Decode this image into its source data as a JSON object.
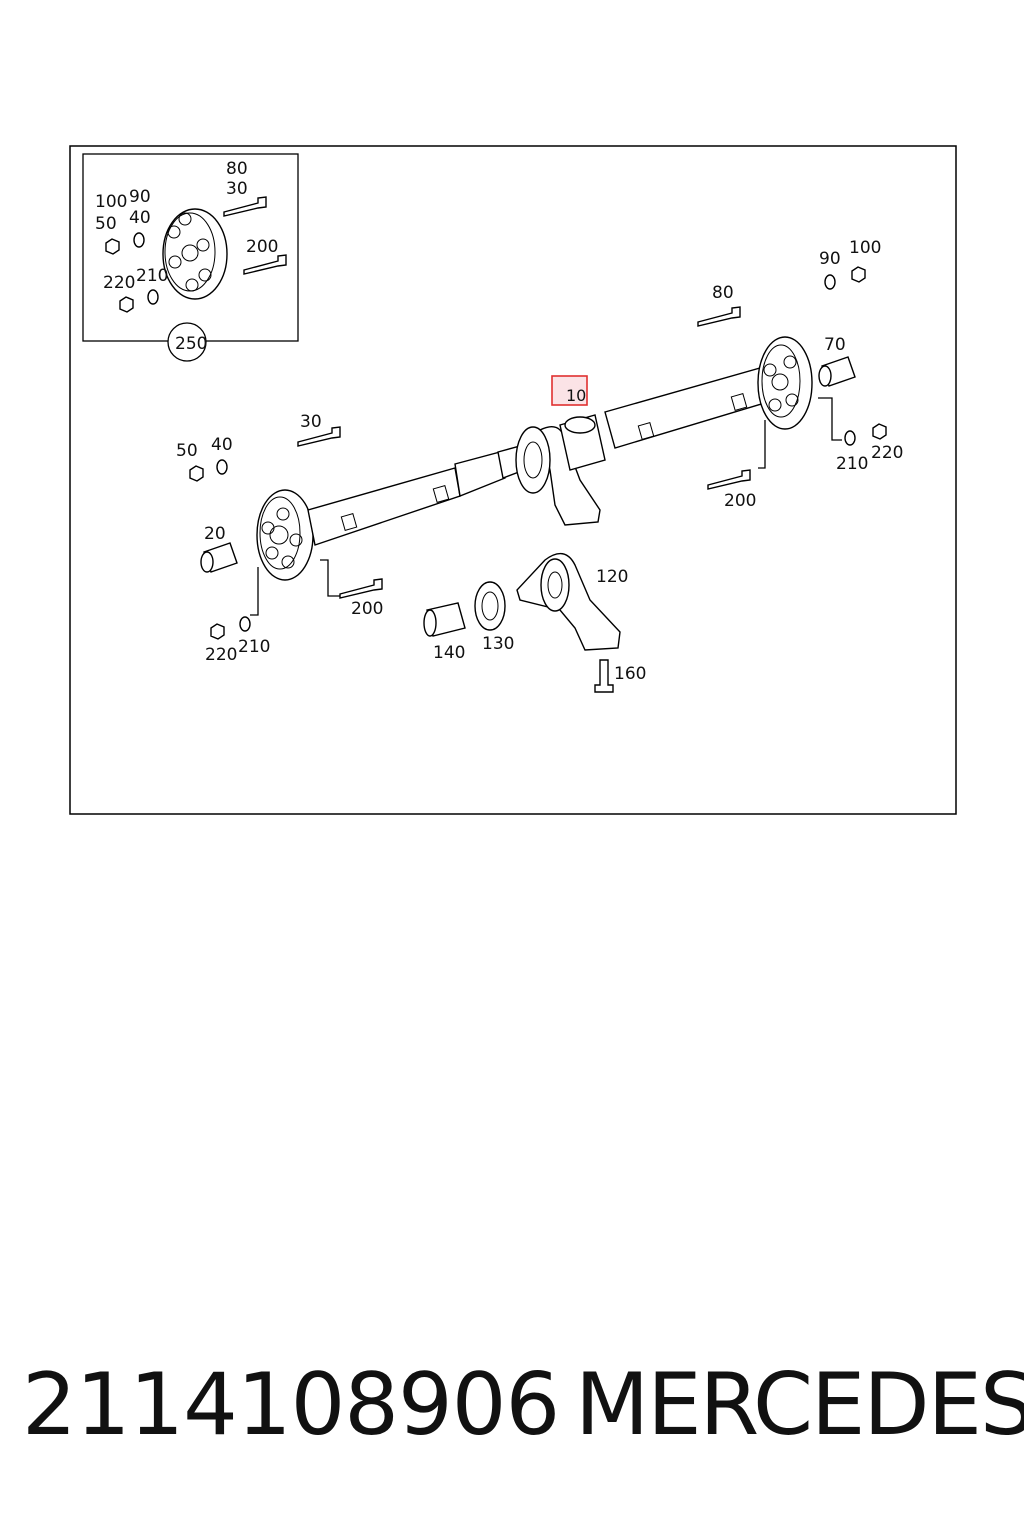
{
  "callouts": {
    "c250": "250",
    "inset_80": "80",
    "inset_30": "30",
    "inset_100": "100",
    "inset_90": "90",
    "inset_50": "50",
    "inset_40": "40",
    "inset_200": "200",
    "inset_220": "220",
    "inset_210": "210",
    "r_90": "90",
    "r_100": "100",
    "r_80": "80",
    "r_70": "70",
    "c10": "10",
    "r_210": "210",
    "r_220": "220",
    "r_200": "200",
    "l_30": "30",
    "l_50": "50",
    "l_40": "40",
    "l_20": "20",
    "l_200": "200",
    "l_220": "220",
    "l_210": "210",
    "c120": "120",
    "c130": "130",
    "c140": "140",
    "c160": "160"
  },
  "colors": {
    "highlight_border": "#e03030",
    "highlight_fill": "#fbe3e6"
  },
  "footer": {
    "part_number": "2114108906",
    "brand": "MERCEDES"
  }
}
